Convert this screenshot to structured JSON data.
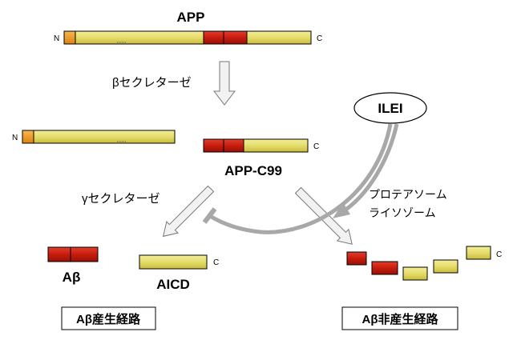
{
  "labels": {
    "app": "APP",
    "n_terminal": "N",
    "c_terminal": "C",
    "beta_secretase": "βセクレターゼ",
    "app_c99": "APP-C99",
    "ilei": "ILEI",
    "gamma_secretase": "γセクレターゼ",
    "proteasome": "プロテアソーム",
    "lysosome": "ライソゾーム",
    "abeta": "Aβ",
    "aicd": "AICD",
    "amyloidogenic_pathway": "Aβ産生経路",
    "non_amyloidogenic_pathway": "Aβ非産生経路"
  },
  "colors": {
    "yellow_segment": "#e5dc6a",
    "red_segment": "#c81c0e",
    "orange_segment": "#f39c1d",
    "arrow_gray": "#a8a8a8",
    "outline": "#000000"
  }
}
